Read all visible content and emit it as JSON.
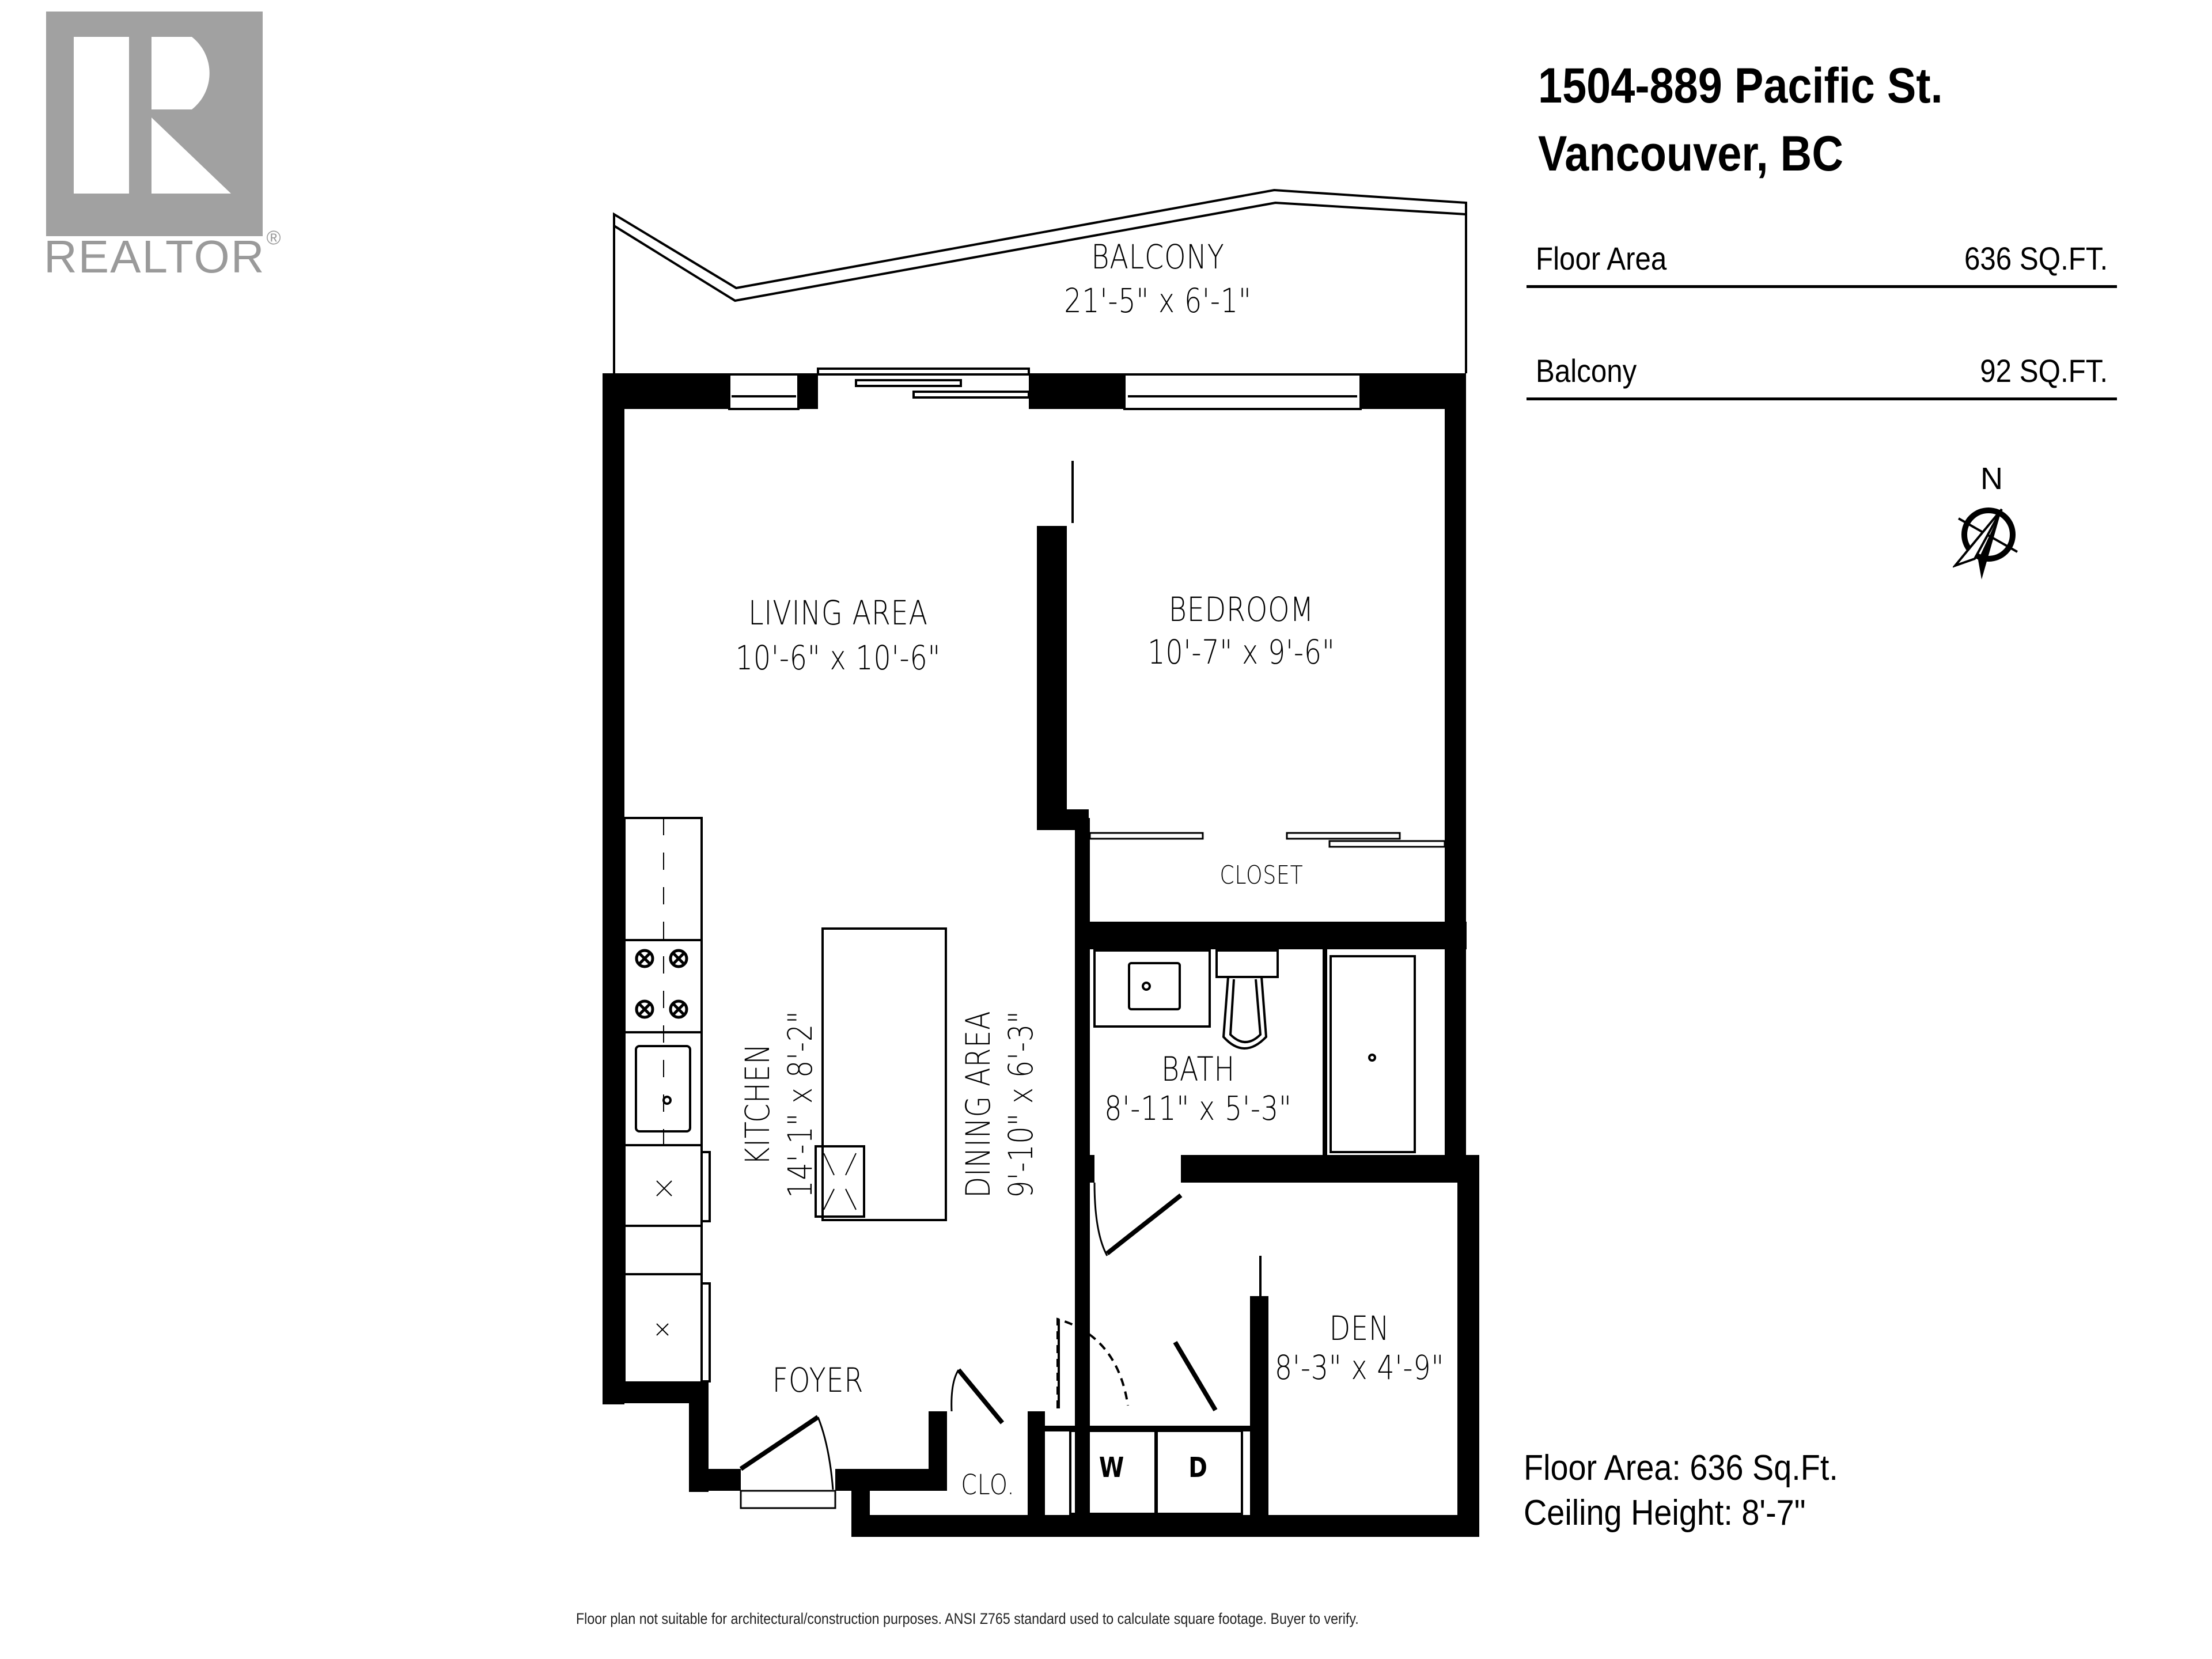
{
  "logo": {
    "text": "REALTOR",
    "registered": "®",
    "color": "#a1a1a1"
  },
  "header": {
    "address_line1": "1504-889 Pacific St.",
    "address_line2": "Vancouver, BC"
  },
  "stats": [
    {
      "label": "Floor Area",
      "value": "636 SQ.FT."
    },
    {
      "label": "Balcony",
      "value": "92 SQ.FT."
    }
  ],
  "compass": {
    "label": "N",
    "icon": "north-arrow-icon"
  },
  "rooms": {
    "balcony": {
      "name": "BALCONY",
      "dims": "21'-5\" x 6'-1\""
    },
    "living": {
      "name": "LIVING AREA",
      "dims": "10'-6\"  x  10'-6\""
    },
    "bedroom": {
      "name": "BEDROOM",
      "dims": "10'-7\"  x  9'-6\""
    },
    "closet": {
      "name": "CLOSET"
    },
    "kitchen": {
      "name": "KITCHEN",
      "dims": "14'-1\"  x  8'-2\""
    },
    "dining": {
      "name": "DINING AREA",
      "dims": "9'-10\"  x  6'-3\""
    },
    "bath": {
      "name": "BATH",
      "dims": "8'-11\" x 5'-3\""
    },
    "den": {
      "name": "DEN",
      "dims": "8'-3\" x 4'-9\""
    },
    "foyer": {
      "name": "FOYER"
    },
    "clo": {
      "name": "CLO."
    },
    "washer": {
      "name": "W"
    },
    "dryer": {
      "name": "D"
    }
  },
  "summary": {
    "floor_area": "Floor Area: 636 Sq.Ft.",
    "ceiling_height": "Ceiling Height: 8'-7\""
  },
  "disclaimer": "Floor plan not suitable for architectural/construction purposes. ANSI Z765 standard used to calculate square footage. Buyer to verify."
}
